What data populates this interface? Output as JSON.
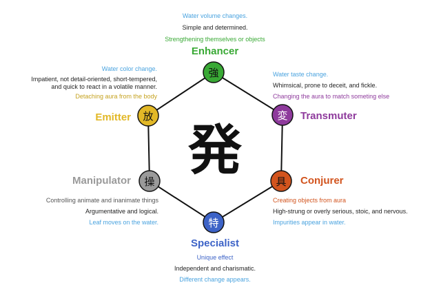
{
  "center_kanji": "発",
  "colors": {
    "enhancer": "#39a935",
    "transmuter": "#8e3a9c",
    "conjurer": "#d2541e",
    "specialist": "#3d63c7",
    "manipulator": "#9a9a9a",
    "emitter": "#e2b827",
    "info_blue": "#4aa3df"
  },
  "nodes": {
    "enhancer": {
      "title": "Enhancer",
      "kanji": "強",
      "water": "Water volume changes.",
      "personality": "Simple and determined.",
      "ability": "Strengthening themselves or objects"
    },
    "transmuter": {
      "title": "Transmuter",
      "kanji": "変",
      "water": "Water taste change.",
      "personality": "Whimsical, prone to deceit, and fickle.",
      "ability": "Changing the aura to match someting else"
    },
    "conjurer": {
      "title": "Conjurer",
      "kanji": "具",
      "ability": "Creating objects from aura",
      "personality": "High-strung or overly serious, stoic, and nervous.",
      "water": "Impurities appear in water."
    },
    "specialist": {
      "title": "Specialist",
      "kanji": "特",
      "ability": "Unique effect",
      "personality": "Independent and charismatic.",
      "water": "Different change appears."
    },
    "manipulator": {
      "title": "Manipulator",
      "kanji": "操",
      "ability": "Controlling animate and inanimate things",
      "personality": "Argumentative and logical.",
      "water": "Leaf moves on the water."
    },
    "emitter": {
      "title": "Emitter",
      "kanji": "放",
      "water": "Water color change.",
      "personality_1": "Impatient, not detail-oriented, short-tempered,",
      "personality_2": "and quick to react in a volatile manner.",
      "ability": "Detaching aura from the body"
    }
  }
}
